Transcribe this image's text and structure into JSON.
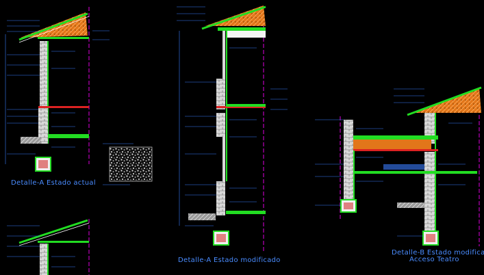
{
  "titles": {
    "detail_a_current": "Detalle-A  Estado actual",
    "detail_a_modified": "Detalle-A  Estado modificado",
    "detail_b_modified": "Detalle-B  Estado modificado",
    "detail_b_sub": "Acceso Teatro"
  },
  "colors": {
    "background": "#000000",
    "wall_green": "#22dd22",
    "block_white": "#e8e8e8",
    "roof_orange": "#e8801a",
    "annotation_blue": "#3a7dff",
    "axis_magenta": "#e000e0",
    "slab_red": "#dd2222",
    "title_blue": "#4a8cff"
  }
}
